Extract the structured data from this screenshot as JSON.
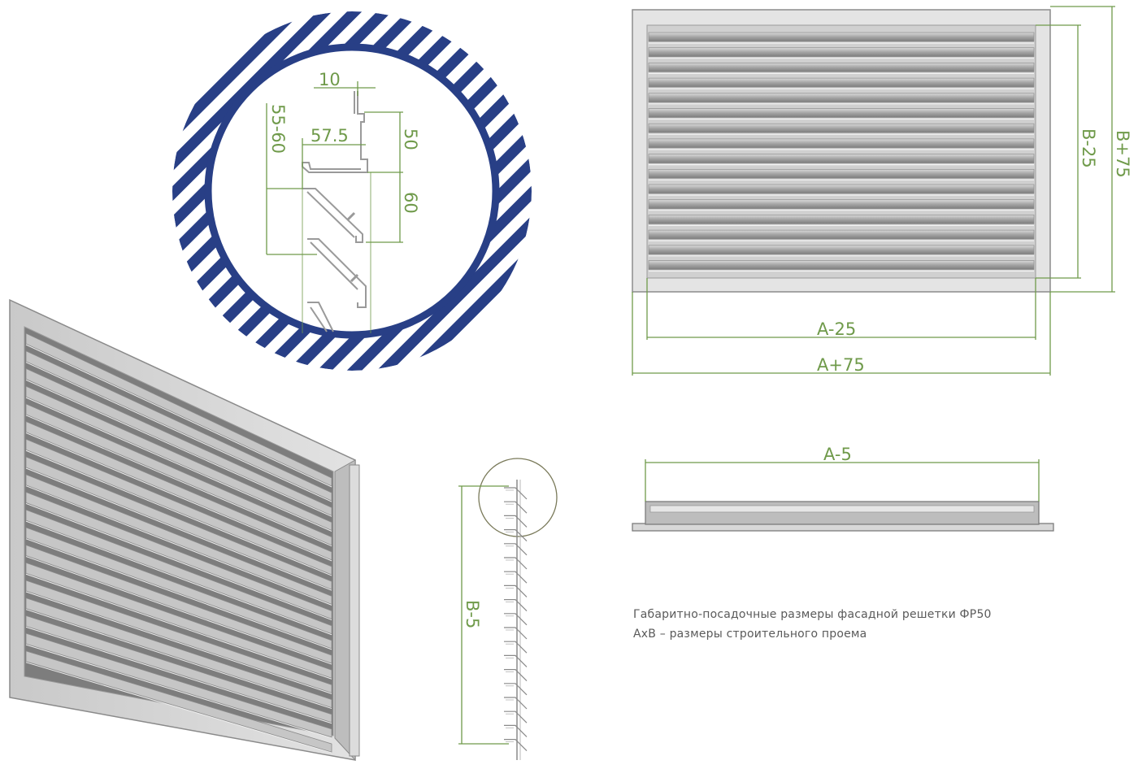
{
  "detail_labels": {
    "d10": "10",
    "d57_5": "57.5",
    "d55_60": "55-60",
    "d50": "50",
    "d60": "60"
  },
  "front_view": {
    "width_inner": "A-25",
    "width_outer": "A+75",
    "height_inner": "B-25",
    "height_outer": "B+75"
  },
  "top_view": {
    "width": "A-5"
  },
  "side_view": {
    "height": "B-5"
  },
  "caption": {
    "line1": "Габаритно-посадочные размеры фасадной решетки ФР50",
    "line2": "АхВ – размеры строительного проема"
  },
  "colors": {
    "ring_blue": "#283f86",
    "dimension_green": "#6f9a4a",
    "frame_gray": "#b5b5b5",
    "slat_gray": "#9a9a9a"
  }
}
